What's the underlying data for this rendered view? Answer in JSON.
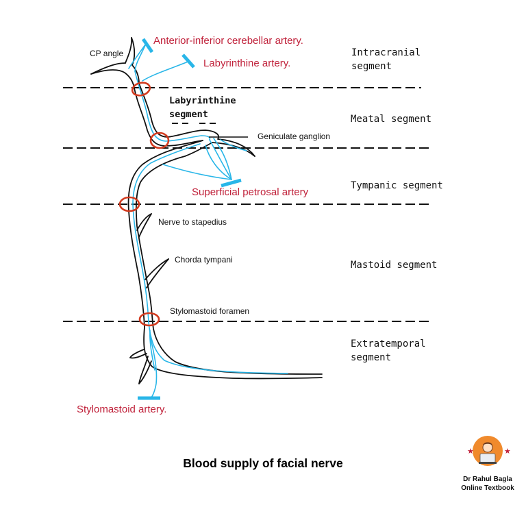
{
  "colors": {
    "artery_label": "#c0213a",
    "artery_blue": "#29b6e8",
    "ring_red": "#d23a1e",
    "nerve_outline": "#111111",
    "logo_orange": "#f08a2c"
  },
  "arteries": {
    "aica": "Anterior-inferior cerebellar artery.",
    "labyrinthine": "Labyrinthine artery.",
    "superficial_petrosal": "Superficial petrosal artery",
    "stylomastoid": "Stylomastoid artery."
  },
  "structures": {
    "cp_angle": "CP angle",
    "geniculate_ganglion": "Geniculate ganglion",
    "nerve_to_stapedius": "Nerve to stapedius",
    "chorda_tympani": "Chorda tympani",
    "stylomastoid_foramen": "Stylomastoid foramen"
  },
  "segments": {
    "intracranial": [
      "Intracranial",
      "segment"
    ],
    "labyrinthine": [
      "Labyrinthine",
      "segment"
    ],
    "meatal": "Meatal segment",
    "tympanic": "Tympanic segment",
    "mastoid": "Mastoid segment",
    "extratemporal": [
      "Extratemporal",
      "segment"
    ]
  },
  "caption": "Blood supply of facial nerve",
  "logo": {
    "line1": "Dr Rahul Bagla",
    "line2": "Online Textbook",
    "icon": "doctor-avatar-icon"
  }
}
